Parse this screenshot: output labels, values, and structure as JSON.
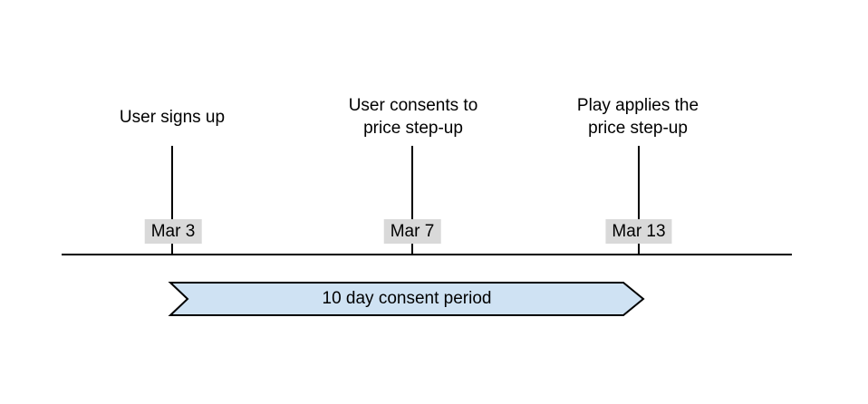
{
  "timeline": {
    "events": [
      {
        "label": "User signs up",
        "date": "Mar 3"
      },
      {
        "label": "User consents to\nprice step-up",
        "date": "Mar 7"
      },
      {
        "label": "Play applies the\nprice step-up",
        "date": "Mar 13"
      }
    ],
    "banner": {
      "label": "10 day consent period"
    }
  },
  "colors": {
    "background": "#ffffff",
    "line": "#000000",
    "text": "#000000",
    "date_chip_bg": "#d9d9d9",
    "banner_fill": "#cfe2f3",
    "banner_border": "#000000"
  }
}
